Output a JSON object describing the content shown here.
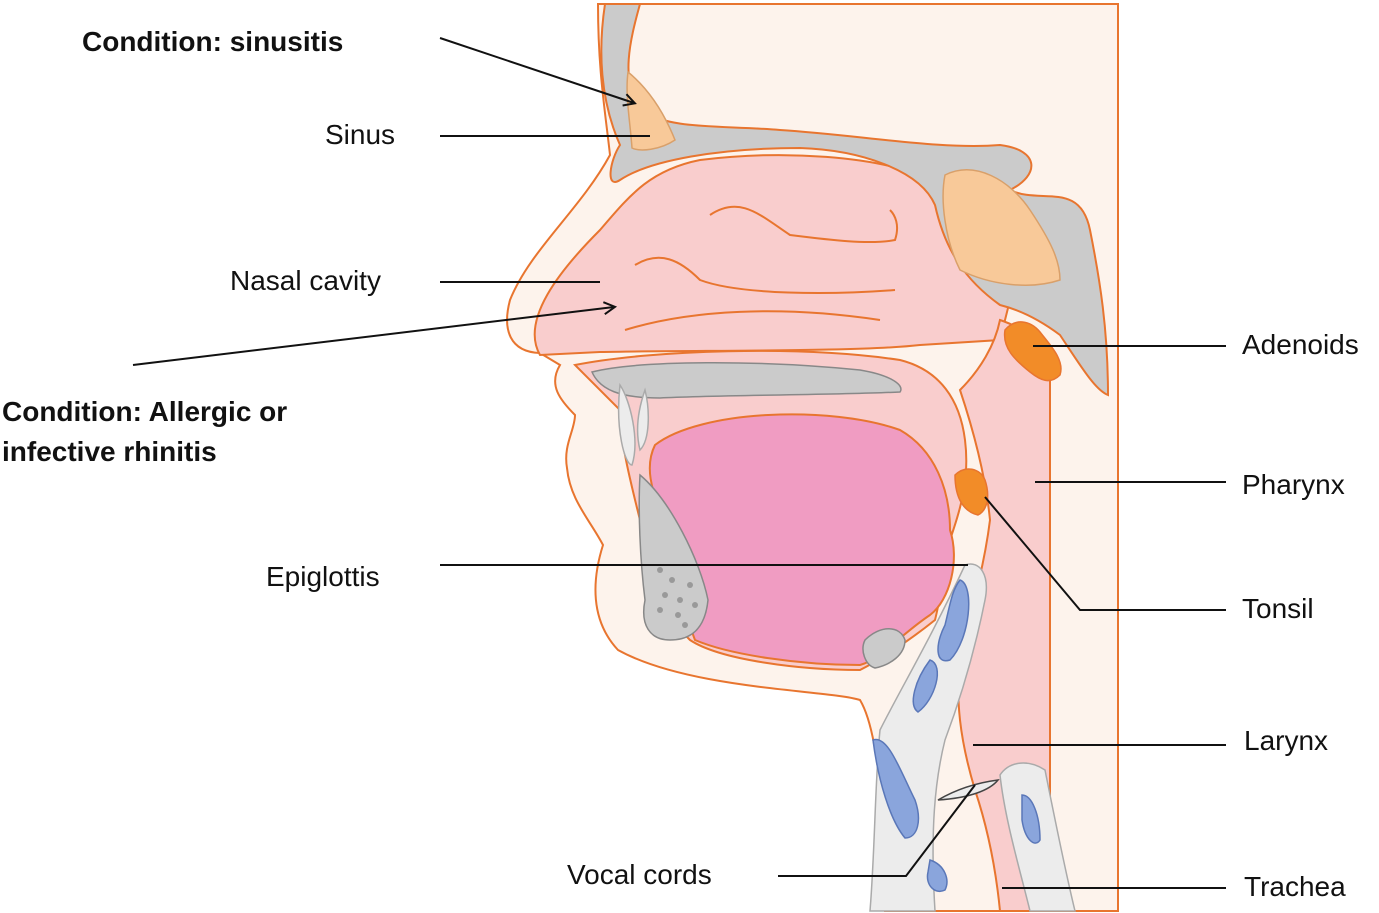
{
  "labels": {
    "condition_sinusitis": "Condition: sinusitis",
    "sinus": "Sinus",
    "nasal_cavity": "Nasal cavity",
    "condition_rhinitis_line1": "Condition: Allergic or",
    "condition_rhinitis_line2": "infective rhinitis",
    "epiglottis": "Epiglottis",
    "vocal_cords": "Vocal cords",
    "adenoids": "Adenoids",
    "pharynx": "Pharynx",
    "tonsil": "Tonsil",
    "larynx": "Larynx",
    "trachea": "Trachea"
  },
  "colors": {
    "outline": "#e8752f",
    "skin": "#fdf3ec",
    "mucosa": "#f9cdcd",
    "tongue": "#f09cc2",
    "bone": "#cbcbcb",
    "sinus_fill": "#f8c999",
    "adenoid_fill": "#f28c28",
    "cartilage": "#8aa5dc",
    "leader": "#111111"
  }
}
